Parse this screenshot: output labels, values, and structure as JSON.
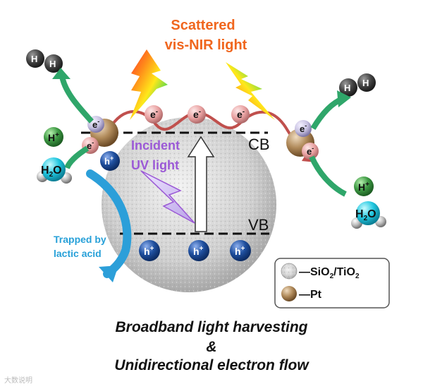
{
  "scattered_label": {
    "line1": "Scattered",
    "line2": "vis-NIR light"
  },
  "incident_label": {
    "line1": "Incident",
    "line2": "UV light"
  },
  "band_labels": {
    "cb": "CB",
    "vb": "VB"
  },
  "particles": {
    "electron": "e",
    "electron_sup": "-",
    "hole": "h",
    "hole_sup": "+",
    "proton": "H",
    "proton_sup": "+",
    "water": "H",
    "water_sub": "2",
    "water_o": "O",
    "hydrogen_atom": "H"
  },
  "trapped_label": {
    "line1": "Trapped by",
    "line2": "lactic acid"
  },
  "legend": {
    "sio2_prefix": "—SiO",
    "sio2_sub1": "2",
    "sio2_mid": "/TiO",
    "sio2_sub2": "2",
    "pt": "—Pt"
  },
  "caption": {
    "line1": "Broadband light harvesting",
    "line2": "&",
    "line3": "Unidirectional electron flow"
  },
  "watermark": "大数说明",
  "colors": {
    "scattered_text": "#f0661e",
    "incident_text": "#9b59d6",
    "trapped_text": "#27a0d8",
    "green_arrow": "#2fa66a",
    "blue_arrow": "#2c9fd9",
    "pt_particle": "#b08a5a",
    "hole_blue": "#1f4f9e",
    "electron_pink": "#e8a0a0"
  }
}
